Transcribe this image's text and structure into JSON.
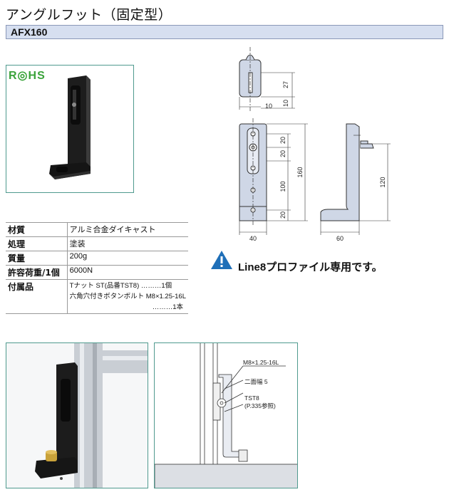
{
  "title": "アングルフット（固定型）",
  "code": "AFX160",
  "rohs_label": "R◎HS",
  "spec": {
    "rows": [
      {
        "key": "材質",
        "value": "アルミ合金ダイキャスト"
      },
      {
        "key": "処理",
        "value": "塗装"
      },
      {
        "key": "質量",
        "value": "200g"
      },
      {
        "key": "許容荷重/1個",
        "value": "6000N"
      }
    ],
    "accessory_key": "付属品",
    "accessory_lines": [
      "Tナット ST(品番TST8) ………1個",
      "六角穴付きボタンボルト M8×1.25-16L",
      "………1本"
    ]
  },
  "note": "Line8プロファイル専用です。",
  "drawing": {
    "dims": [
      "27",
      "10",
      "10",
      "20",
      "20",
      "160",
      "100",
      "20",
      "40",
      "120",
      "60"
    ]
  },
  "assembly": {
    "labels": [
      "M8×1.25-16L",
      "二面幅 5",
      "TST8",
      "(P.335参照)"
    ]
  }
}
